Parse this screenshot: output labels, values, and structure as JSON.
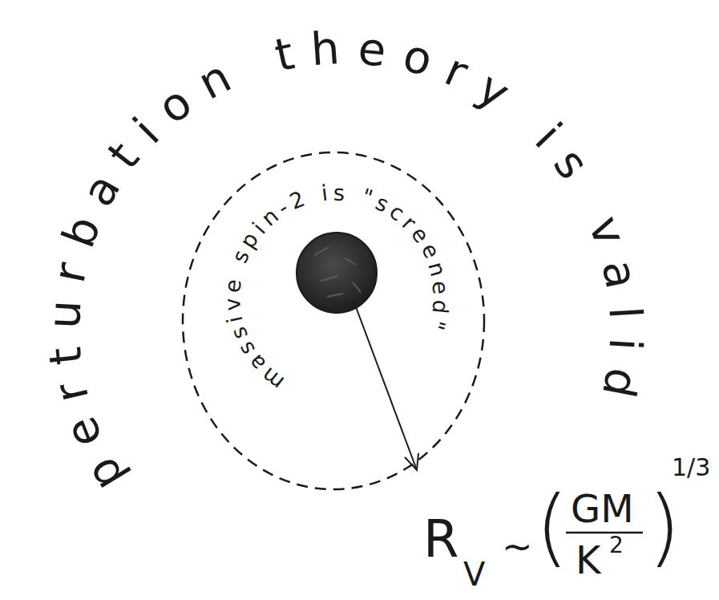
{
  "diagram": {
    "nodes": [
      {
        "text": [
          "massive spin-2 is \"screened\""
        ]
      }
    ],
    "labels": [
      "perturbation theory is valid",
      "R",
      "V",
      "~",
      "(",
      "GM",
      "K",
      "2",
      ")",
      "1/3"
    ]
  }
}
